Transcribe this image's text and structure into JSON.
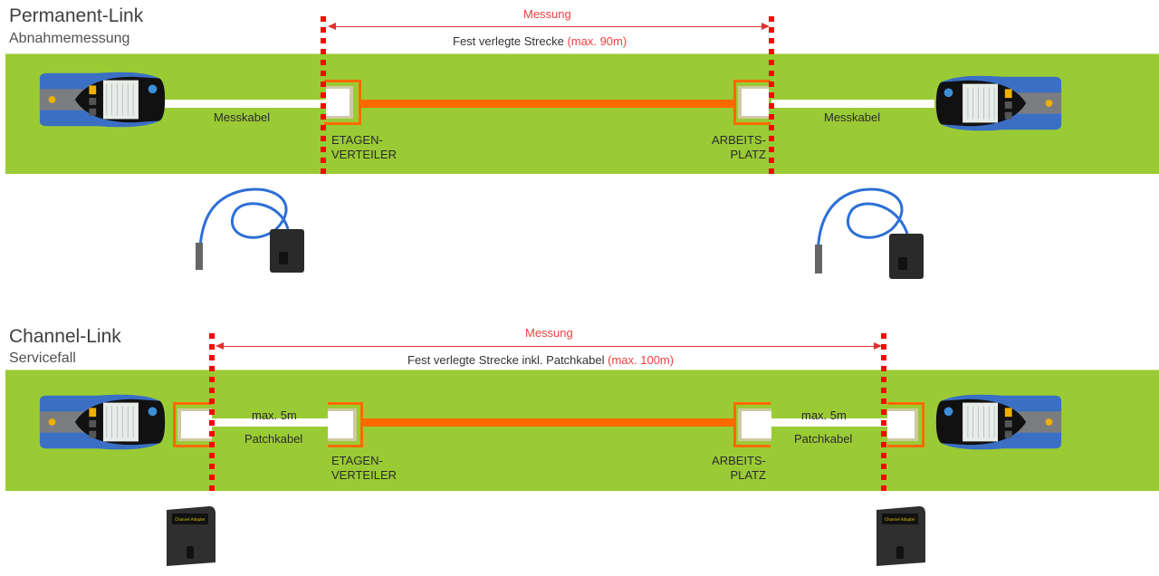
{
  "sections": [
    {
      "id": "permanent",
      "title": "Permanent-Link",
      "subtitle": "Abnahmemessung",
      "measurement": {
        "label": "Messung",
        "span_text": "Fest verlegte Strecke",
        "span_limit": "(max. 90m)"
      },
      "left_cable_label": "Messkabel",
      "right_cable_label": "Messkabel",
      "left_location": [
        "ETAGEN-",
        "VERTEILER"
      ],
      "right_location": [
        "ARBEITS-",
        "PLATZ"
      ],
      "accessories": [
        "measurement-cable-adapter",
        "measurement-cable-adapter"
      ]
    },
    {
      "id": "channel",
      "title": "Channel-Link",
      "subtitle": "Servicefall",
      "measurement": {
        "label": "Messung",
        "span_text": "Fest verlegte Strecke inkl. Patchkabel",
        "span_limit": "(max. 100m)"
      },
      "left_patch": {
        "length": "max. 5m",
        "label": "Patchkabel"
      },
      "right_patch": {
        "length": "max. 5m",
        "label": "Patchkabel"
      },
      "left_location": [
        "ETAGEN-",
        "VERTEILER"
      ],
      "right_location": [
        "ARBEITS-",
        "PLATZ"
      ],
      "accessories": [
        "channel-adapter",
        "channel-adapter"
      ]
    }
  ],
  "colors": {
    "band_green": "#9acb34",
    "installed_cable_orange": "#ff6a00",
    "measurement_red": "#ff0000",
    "tester_blue": "#3a6fc4"
  }
}
